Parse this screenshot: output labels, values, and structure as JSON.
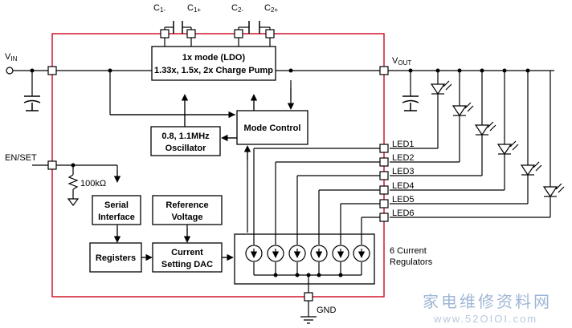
{
  "labels": {
    "vin": "V",
    "vin_sub": "IN",
    "vout": "V",
    "vout_sub": "OUT",
    "c1_minus": "C",
    "c1_minus_sub": "1-",
    "c1_plus": "C",
    "c1_plus_sub": "1+",
    "c2_minus": "C",
    "c2_minus_sub": "2-",
    "c2_plus": "C",
    "c2_plus_sub": "2+",
    "en_set": "EN/SET",
    "resistor": "100kΩ",
    "gnd": "GND",
    "led_pins": [
      "LED1",
      "LED2",
      "LED3",
      "LED4",
      "LED5",
      "LED6"
    ],
    "regulators_line1": "6 Current",
    "regulators_line2": "Regulators"
  },
  "blocks": {
    "charge_pump_line1": "1x mode (LDO)",
    "charge_pump_line2": "1.33x, 1.5x, 2x Charge Pump",
    "oscillator_line1": "0.8, 1.1MHz",
    "oscillator_line2": "Oscillator",
    "mode_control": "Mode Control",
    "serial_line1": "Serial",
    "serial_line2": "Interface",
    "reference_line1": "Reference",
    "reference_line2": "Voltage",
    "registers": "Registers",
    "dac_line1": "Current",
    "dac_line2": "Setting DAC"
  },
  "watermark": {
    "cn": "家电维修资料网",
    "url": "www.52OIOI.com"
  },
  "colors": {
    "chip_border": "#d0152d",
    "wire": "#000000",
    "watermark": "#9fb7d6"
  }
}
